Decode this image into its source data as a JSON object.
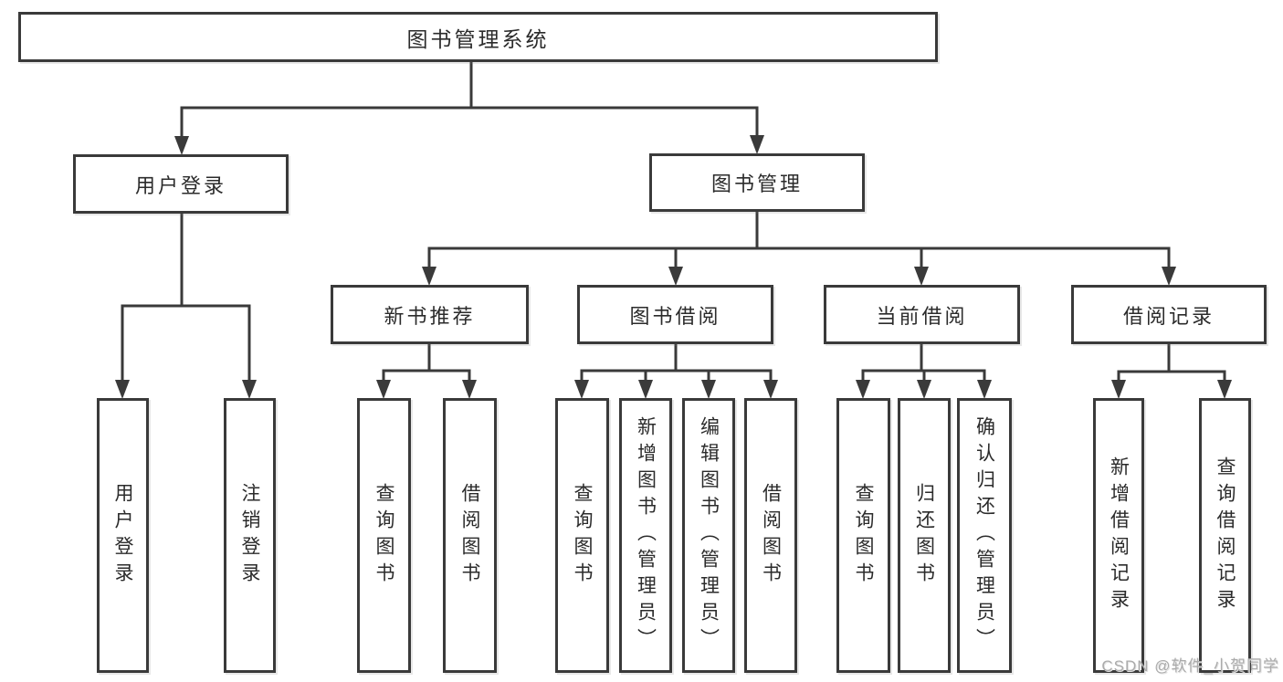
{
  "diagram": {
    "title": "图书管理系统",
    "branches": [
      {
        "label": "用户登录",
        "leaves": [
          "用户登录",
          "注销登录"
        ]
      },
      {
        "label": "图书管理",
        "subbranches": [
          {
            "label": "新书推荐",
            "leaves": [
              "查询图书",
              "借阅图书"
            ]
          },
          {
            "label": "图书借阅",
            "leaves": [
              "查询图书",
              "新增图书（管理员）",
              "编辑图书（管理员）",
              "借阅图书"
            ]
          },
          {
            "label": "当前借阅",
            "leaves": [
              "查询图书",
              "归还图书",
              "确认归还（管理员）"
            ]
          },
          {
            "label": "借阅记录",
            "leaves": [
              "新增借阅记录",
              "查询借阅记录"
            ]
          }
        ]
      }
    ]
  },
  "watermark": {
    "text": "CSDN @软件_小贺同学"
  },
  "colors": {
    "line": "#3a3a3a",
    "box_border": "#3a3a3a",
    "text": "#2b2b2b",
    "watermark": "#ababab",
    "background": "#ffffff"
  }
}
